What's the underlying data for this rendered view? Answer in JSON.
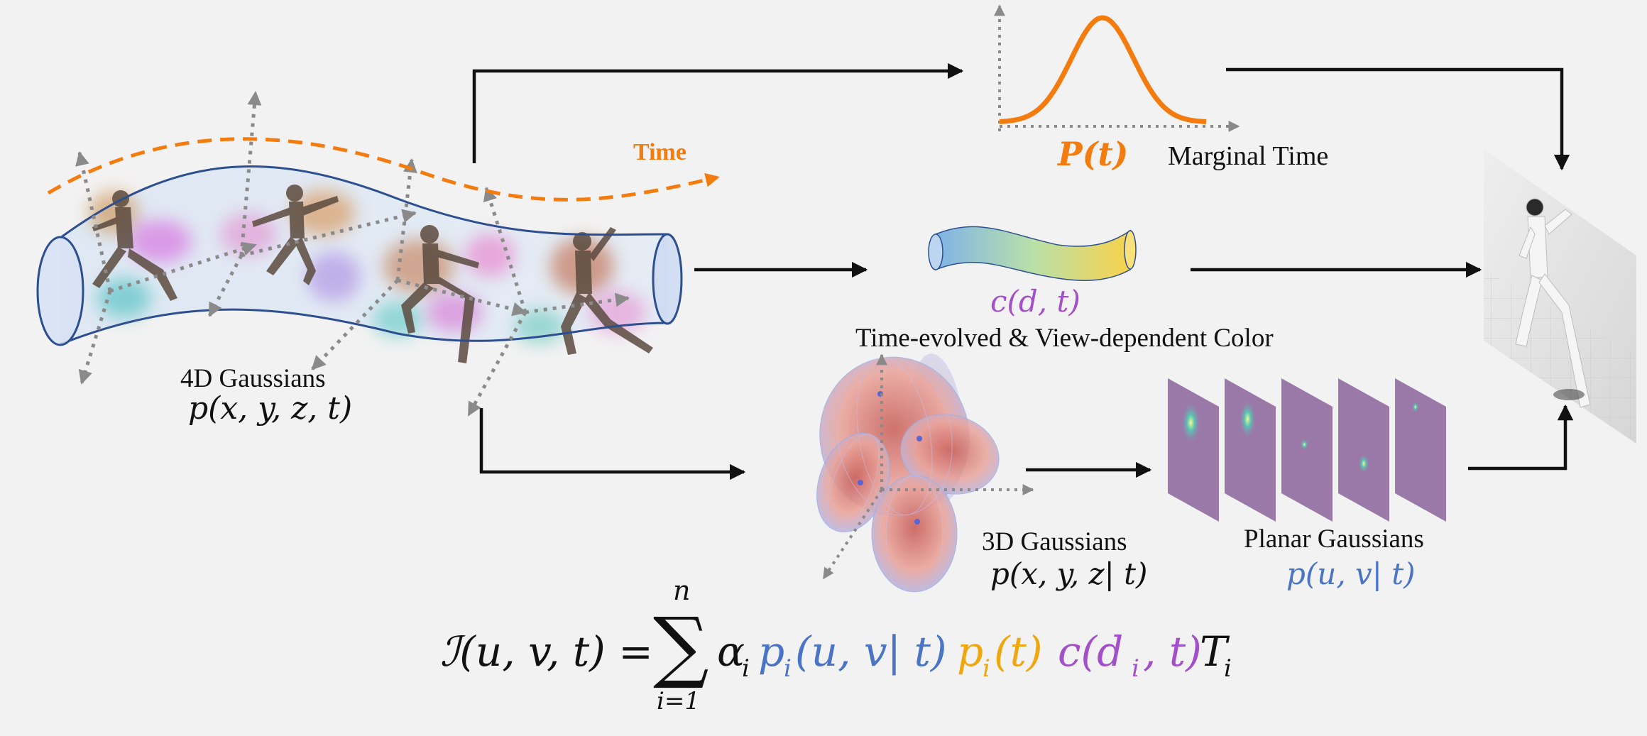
{
  "labels": {
    "time": "Time",
    "marginal_time": "Marginal Time",
    "p_t": "P(t)",
    "color_fn": "c(d, t)",
    "color_desc": "Time-evolved & View-dependent Color",
    "gaussians4d": "4D Gaussians",
    "gaussians4d_fn": "p(x, y, z, t)",
    "gaussians3d": "3D Gaussians",
    "gaussians3d_fn": "p(x, y, z| t)",
    "planar": "Planar Gaussians",
    "planar_fn": "p(u, v| t)"
  },
  "formula": {
    "lhs": "ℐ(u, v, t) =",
    "sum_top": "n",
    "sum_sign": "∑",
    "sum_bottom": "i=1",
    "alpha": "α",
    "sub_i": "i",
    "p_uv_p": "p",
    "p_uv_args": "(u, v| t)",
    "p_t_p": "p",
    "p_t_args": "(t)",
    "c_open": "c(d",
    "c_close": ", t)",
    "T": "T"
  },
  "colors": {
    "orange": "#f47c0f",
    "purple": "#a24fc9",
    "blue": "#4b74c4",
    "amber": "#f0a60e",
    "tube_stroke": "#2d4f8f",
    "arrow": "#111111",
    "axis_dotted": "#8a8a8a"
  }
}
